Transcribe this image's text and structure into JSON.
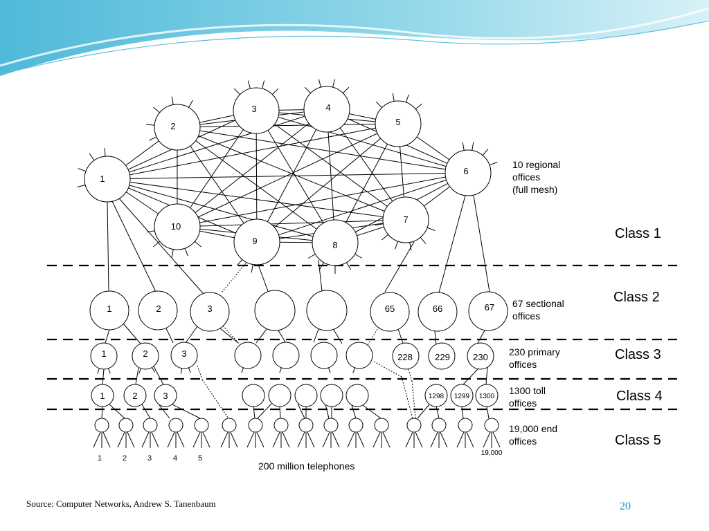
{
  "slide": {
    "page_number": "20",
    "source": "Source: Computer Networks, Andrew S. Tanenbaum",
    "telephones_label": "200 million telephones",
    "accent_color": "#1f8fbf"
  },
  "levels": [
    {
      "class_label": "Class 1",
      "description": [
        "10 regional",
        "offices",
        "(full mesh)"
      ]
    },
    {
      "class_label": "Class 2",
      "description": [
        "67 sectional",
        "offices"
      ]
    },
    {
      "class_label": "Class 3",
      "description": [
        "230 primary",
        "offices"
      ]
    },
    {
      "class_label": "Class 4",
      "description": [
        "1300 toll",
        "offices"
      ]
    },
    {
      "class_label": "Class 5",
      "description": [
        "19,000 end",
        "offices"
      ]
    }
  ],
  "regional_nodes": [
    "1",
    "2",
    "3",
    "4",
    "5",
    "6",
    "7",
    "8",
    "9",
    "10"
  ],
  "sectional_nodes": [
    "1",
    "2",
    "3",
    "",
    "",
    "65",
    "66",
    "67"
  ],
  "primary_nodes": [
    "1",
    "2",
    "3",
    "",
    "",
    "",
    "",
    "228",
    "229",
    "230"
  ],
  "toll_nodes": [
    "1",
    "2",
    "3",
    "",
    "",
    "",
    "",
    "",
    "1298",
    "1299",
    "1300"
  ],
  "end_office_labels": [
    "1",
    "2",
    "3",
    "4",
    "5",
    "19,000"
  ]
}
